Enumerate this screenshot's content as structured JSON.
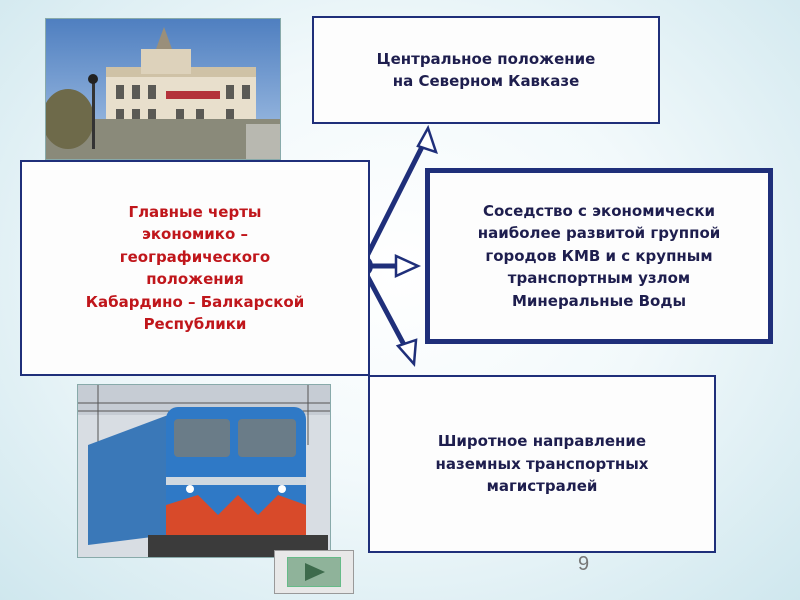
{
  "main_box": {
    "text": "Главные черты\nэкономико –\nгеографического\nположения\nКабардино – Балкарской\nРеспублики"
  },
  "features": [
    {
      "text": "Центральное положение\nна Северном Кавказе"
    },
    {
      "text": "Соседство с экономически\nнаиболее развитой группой\nгородов КМВ и с крупным\nтранспортным узлом\nМинеральные Воды"
    },
    {
      "text": "Широтное направление\nназемных транспортных\nмагистралей"
    }
  ],
  "page_number": "9",
  "colors": {
    "main_text": "#c0161b",
    "box_border": "#1f2f7a",
    "arrow": "#1f2f7a",
    "nav_button": "#8fb39a"
  },
  "images": {
    "top_photo": "building-photo",
    "bottom_photo": "train-photo"
  },
  "nav": {
    "icon": "play-arrow-icon"
  }
}
